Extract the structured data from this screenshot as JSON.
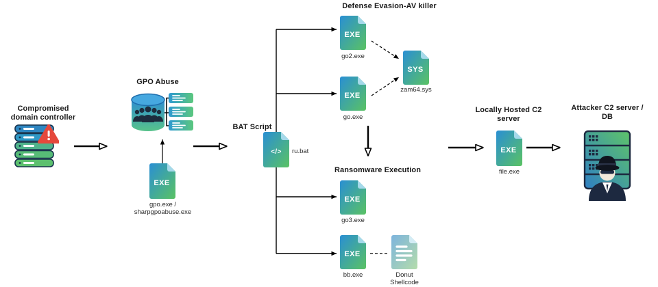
{
  "diagram": {
    "stages": {
      "compromised_dc": "Compromised\ndomain controller",
      "gpo_abuse": "GPO Abuse",
      "bat_script": "BAT Script",
      "defense_evasion": "Defense Evasion-AV killer",
      "ransomware_execution": "Ransomware Execution",
      "local_c2": "Locally Hosted C2\nserver",
      "attacker_c2": "Attacker C2 server /\nDB"
    },
    "files": {
      "gpo_exe": {
        "badge": "EXE",
        "label": "gpo.exe /\nsharpgpoabuse.exe"
      },
      "ru_bat": {
        "badge": "</>",
        "label": "ru.bat"
      },
      "go2_exe": {
        "badge": "EXE",
        "label": "go2.exe"
      },
      "go_exe": {
        "badge": "EXE",
        "label": "go.exe"
      },
      "zam64_sys": {
        "badge": "SYS",
        "label": "zam64.sys"
      },
      "go3_exe": {
        "badge": "EXE",
        "label": "go3.exe"
      },
      "bb_exe": {
        "badge": "EXE",
        "label": "bb.exe"
      },
      "donut_shellcode": {
        "label": "Donut\nShellcode"
      },
      "file_exe": {
        "badge": "EXE",
        "label": "file.exe"
      }
    },
    "colors": {
      "file_gradient_start": "#2a8fd3",
      "file_gradient_end": "#5ac263",
      "pale_gradient_start": "#7db4dd",
      "pale_gradient_end": "#b4dcab",
      "warning_red": "#e5483c",
      "dark_navy": "#1d2940",
      "arrow_black": "#000000"
    }
  }
}
